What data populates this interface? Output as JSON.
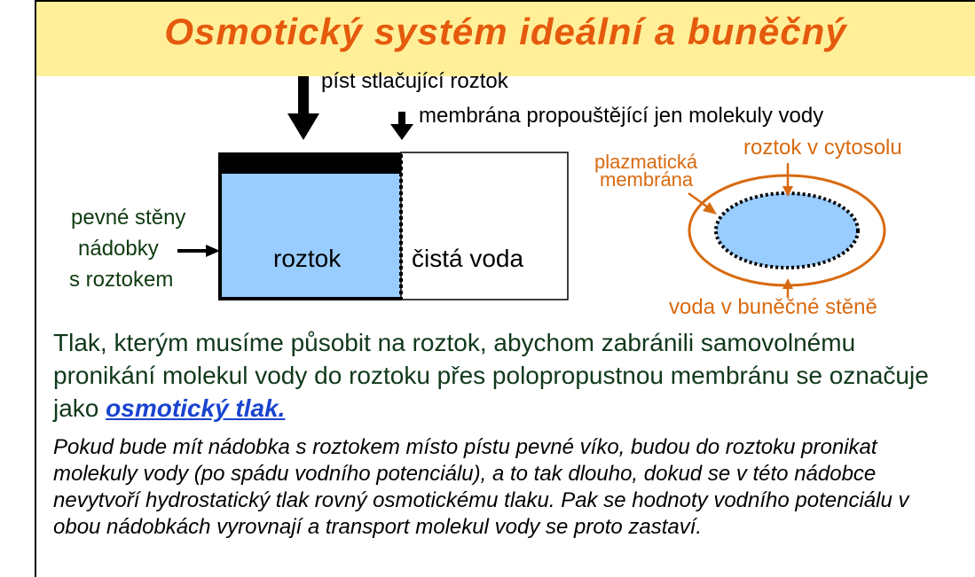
{
  "title": "Osmotický  systém ideální a buněčný",
  "labels": {
    "piston": "píst  stlačující  roztok",
    "membrane": "membrána propouštějící jen molekuly vody",
    "walls_line1": "pevné stěny",
    "walls_line2": "nádobky",
    "walls_line3": "s roztokem",
    "solution": "roztok",
    "pure_water": "čistá voda",
    "plasma_line1": "plazmatická",
    "plasma_line2": "membrána",
    "cytosol": "roztok v cytosolu",
    "cell_wall_water": "voda v buněčné stěně"
  },
  "para1_text": "Tlak, kterým musíme působit na roztok, abychom zabránili samovolnému pronikání molekul vody do roztoku přes polopropustnou membránu se označuje jako ",
  "para1_link": "osmotický tlak.",
  "para2": "Pokud bude mít nádobka s roztokem místo pístu pevné víko, budou do roztoku pronikat molekuly vody (po spádu vodního potenciálu), a to tak dlouho, dokud se v této nádobce nevytvoří hydrostatický tlak rovný osmotickému tlaku. Pak se hodnoty vodního potenciálu v obou nádobkách vyrovnají a transport molekul vody se proto zastaví.",
  "colors": {
    "title": "#e55a0c",
    "title_band": "#ffef99",
    "solution": "#99ccff",
    "cell_outline": "#d86a10",
    "link": "#1a44d0"
  }
}
